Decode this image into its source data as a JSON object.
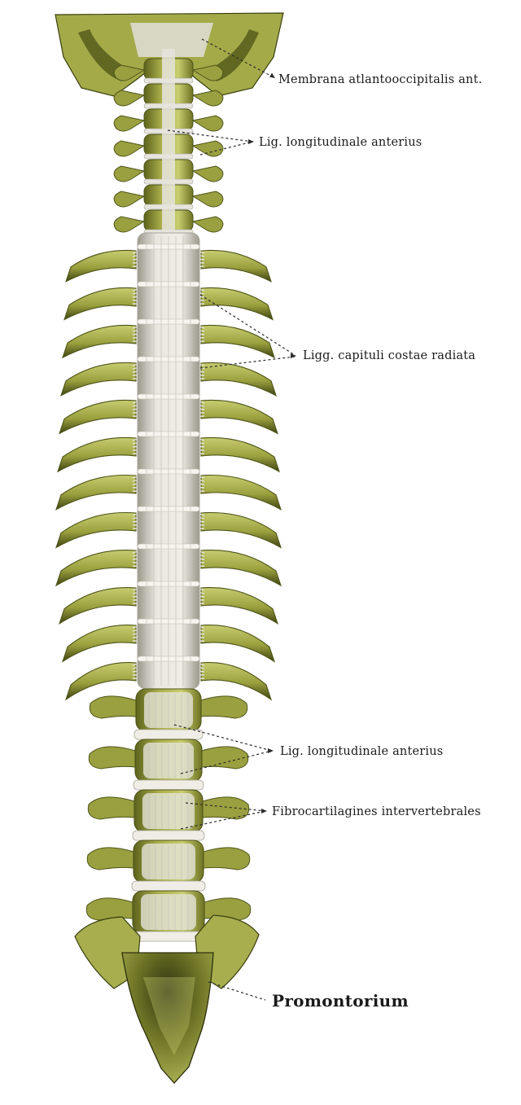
{
  "labels": {
    "membrana": "Membrana atlantooccipitalis ant.",
    "lig_upper": "Lig. longitudinale anterius",
    "ligg_capituli": "Ligg. capituli costae radiata",
    "lig_lower": "Lig. longitudinale anterius",
    "fibrocart": "Fibrocartilagines intervertebrales",
    "promontorium": "Promontorium"
  },
  "colors": {
    "bone_light": "#c9cf72",
    "bone_mid": "#9aa040",
    "bone_dark": "#4e5418",
    "ligament": "#e6e4dc",
    "ligament_shadow": "#a8a69a",
    "ink": "#1b1b1b"
  },
  "counts": {
    "rib_pairs": 12,
    "lumbar_vertebrae": 5,
    "cervical_vertebrae": 7
  }
}
